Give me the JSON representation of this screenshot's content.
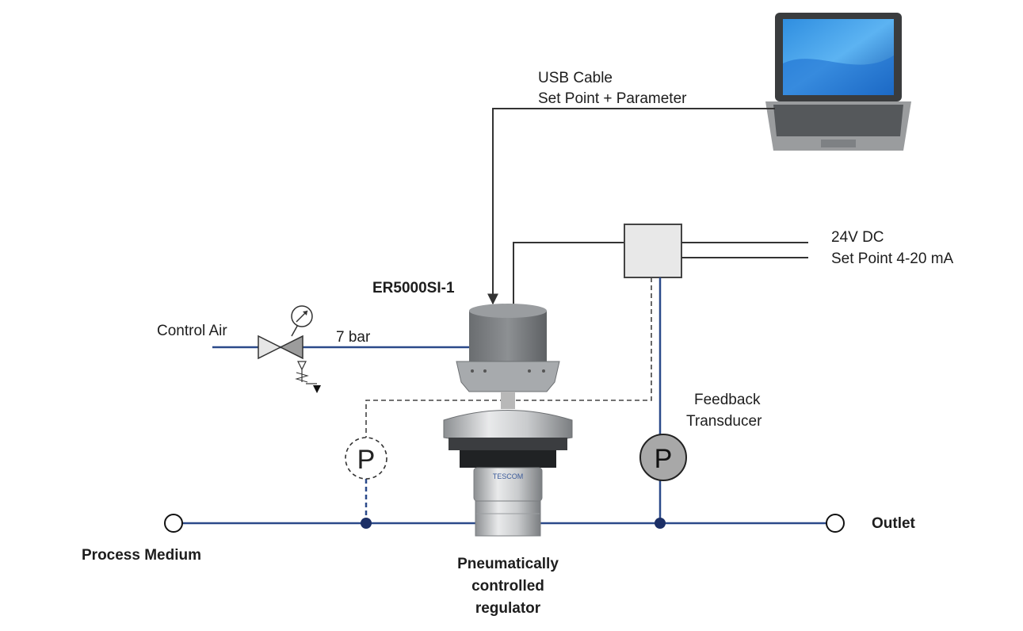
{
  "labels": {
    "usb_line1": "USB Cable",
    "usb_line2": "Set Point +  Parameter",
    "power": "24V DC",
    "setpoint": "Set Point 4-20 mA",
    "controller_model": "ER5000SI-1",
    "control_air": "Control Air",
    "pressure": "7 bar",
    "feedback_line1": "Feedback",
    "feedback_line2": "Transducer",
    "process_medium": "Process Medium",
    "outlet": "Outlet",
    "regulator_line1": "Pneumatically",
    "regulator_line2": "controlled",
    "regulator_line3": "regulator",
    "gauge_symbol": "P",
    "transducer_symbol": "P",
    "regulator_brand": "TESCOM"
  },
  "colors": {
    "pipe": "#2b4a8a",
    "signal_line": "#333333",
    "controller_body": "#7a7d80",
    "transducer_fill": "#a8a8a8"
  }
}
